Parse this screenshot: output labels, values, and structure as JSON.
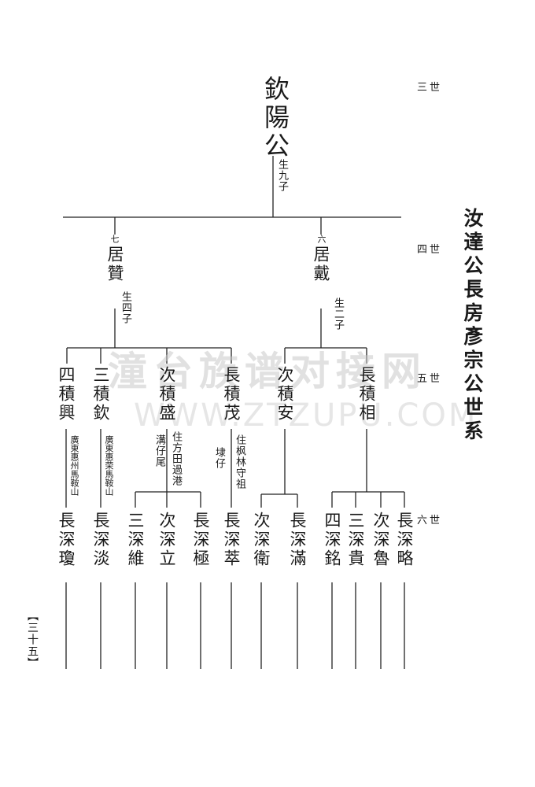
{
  "title": "汝達公長房彥宗公世系",
  "generations": {
    "g3": "三世",
    "g4": "四世",
    "g5": "五世",
    "g6": "六世"
  },
  "page_number": "【三十五】",
  "watermark": {
    "text": "潼台族谱对接网",
    "url": "WWW.ZTZUPU.COM"
  },
  "root": {
    "name": "欽陽公",
    "note": "生九子"
  },
  "gen4": [
    {
      "rank": "七",
      "name": "居贊",
      "note": "生四子"
    },
    {
      "rank": "六",
      "name": "居戴",
      "note": "生二子"
    }
  ],
  "gen5": [
    {
      "name": "四積興",
      "note": "廣東惠州馬鞍山"
    },
    {
      "name": "三積欽",
      "note": "廣東惠荣馬鞍山"
    },
    {
      "name": "次積盛",
      "note1": "溝仔尾",
      "note2": "住方田過港"
    },
    {
      "name": "長積茂",
      "note1": "埭仔",
      "note2": "住枫林守祖"
    },
    {
      "name": "次積安"
    },
    {
      "name": "長積相"
    }
  ],
  "gen6": [
    {
      "name": "長深瓊"
    },
    {
      "name": "長深淡"
    },
    {
      "name": "三深維"
    },
    {
      "name": "次深立"
    },
    {
      "name": "長深極"
    },
    {
      "name": "長深萃"
    },
    {
      "name": "次深衛"
    },
    {
      "name": "長深滿"
    },
    {
      "name": "四深銘"
    },
    {
      "name": "三深貴"
    },
    {
      "name": "次深魯"
    },
    {
      "name": "長深略"
    }
  ]
}
